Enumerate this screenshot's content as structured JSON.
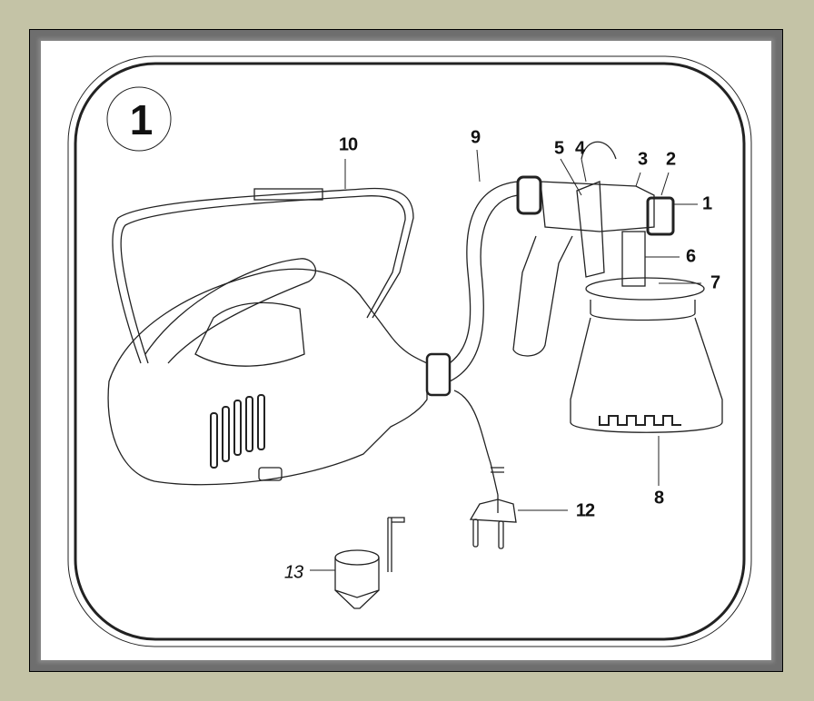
{
  "figure_number": "1",
  "labels": {
    "handle_strap": "10",
    "hose": "9",
    "part_5": "5",
    "hook": "4",
    "part_3": "3",
    "part_2": "2",
    "nozzle": "1",
    "part_6": "6",
    "part_7": "7",
    "container": "8",
    "plug": "12",
    "viscosity_cup": "13"
  }
}
